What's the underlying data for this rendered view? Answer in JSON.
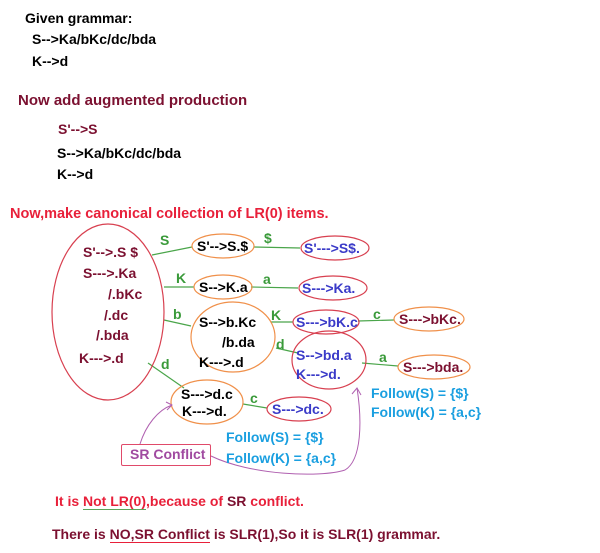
{
  "header": {
    "given_label": "Given grammar:",
    "given_rules": [
      "S-->Ka/bKc/dc/bda",
      "K-->d"
    ],
    "augment_label": "Now add augmented production",
    "augmented_rules": [
      "S'-->S",
      "S-->Ka/bKc/dc/bda",
      "K-->d"
    ],
    "canonical_label": "Now,make canonical collection of LR(0) items."
  },
  "states": {
    "i0": [
      "S'-->.S $",
      "S--->.Ka",
      "/.bKc",
      "/.dc",
      "/.bda",
      "K--->.d"
    ],
    "i1": [
      "S'-->S.$"
    ],
    "i2": [
      "S'--->S$."
    ],
    "i3": [
      "S-->K.a"
    ],
    "i4": [
      "S--->Ka."
    ],
    "i5": [
      "S-->b.Kc",
      "/b.da",
      "K--->.d"
    ],
    "i6": [
      "S--->bK.c"
    ],
    "i7": [
      "S--->bKc."
    ],
    "i8": [
      "S-->bd.a",
      "K--->d."
    ],
    "i9": [
      "S--->bda."
    ],
    "i10": [
      "S--->d.c",
      "K--->d."
    ],
    "i11": [
      "S--->dc."
    ]
  },
  "edges": {
    "i0_i1": "S",
    "i1_i2": "$",
    "i0_i3": "K",
    "i3_i4": "a",
    "i0_i5": "b",
    "i5_i6": "K",
    "i6_i7": "c",
    "i5_i8": "d",
    "i8_i9": "a",
    "i0_i10": "d",
    "i10_i11": "c"
  },
  "follow_right": [
    "Follow(S) = {$}",
    "Follow(K) = {a,c}"
  ],
  "follow_bottom": [
    "Follow(S) = {$}",
    "Follow(K) = {a,c}"
  ],
  "conflict_label": "SR Conflict",
  "conclusion": {
    "line1": {
      "prefix": "It is ",
      "underlined": "Not LR(0)",
      "middle": ",because of ",
      "emph": "SR",
      "suffix": " conflict."
    },
    "line2": {
      "prefix": "There is ",
      "underlined": "NO,SR Conflict",
      "suffix": " is SLR(1),So it is SLR(1) grammar."
    }
  },
  "colors": {
    "maroon": "#7b1030",
    "red": "#e8203a",
    "blue": "#3a3ac8",
    "cyan": "#1a9fe0",
    "green": "#3a9a3a",
    "orange_border": "#f0904a",
    "red_border": "#d84050",
    "purple": "#a04aa0"
  }
}
